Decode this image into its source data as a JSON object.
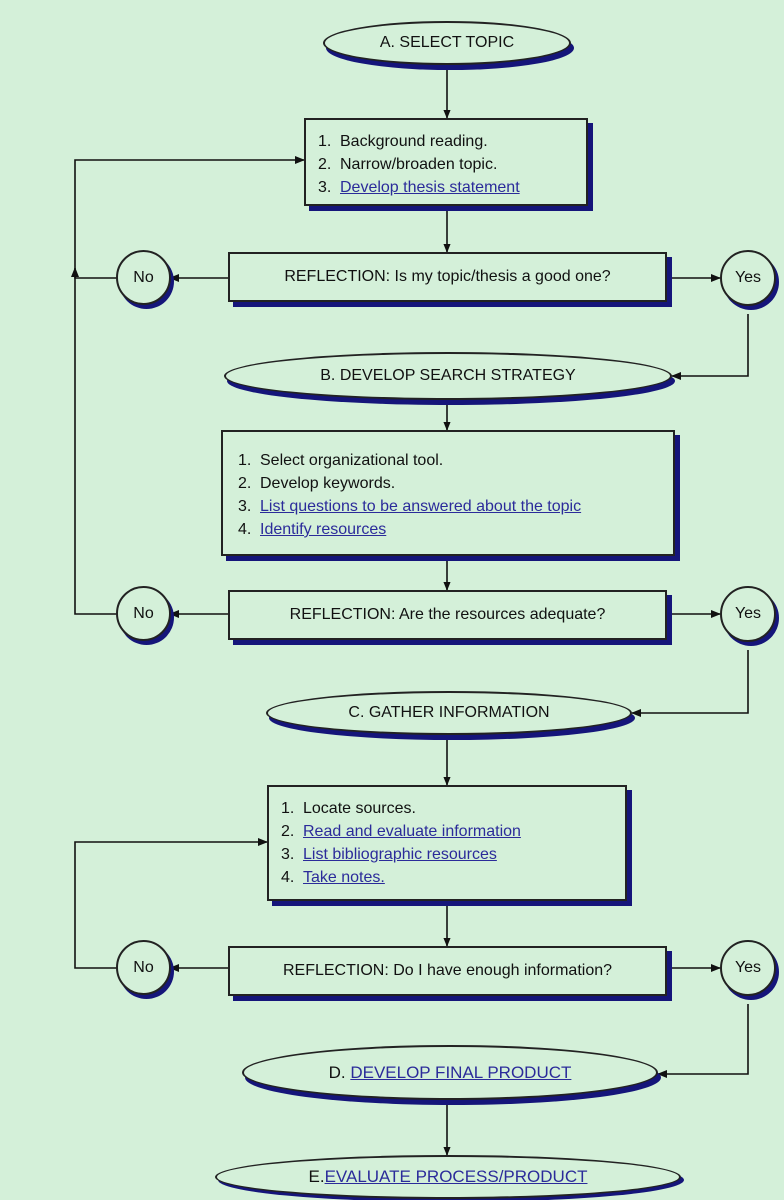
{
  "stages": {
    "a": {
      "label": "A.  SELECT TOPIC"
    },
    "b": {
      "label": "B. DEVELOP SEARCH STRATEGY"
    },
    "c": {
      "label": "C. GATHER INFORMATION"
    },
    "d": {
      "prefix": "D.",
      "link": "DEVELOP FINAL PRODUCT"
    },
    "e": {
      "prefix": "E.",
      "link": "EVALUATE PROCESS/PRODUCT"
    }
  },
  "box1": {
    "items": [
      {
        "num": "1.",
        "text": "Background reading.",
        "link": false
      },
      {
        "num": "2.",
        "text": "Narrow/broaden topic.",
        "link": false
      },
      {
        "num": "3.",
        "text": "Develop thesis statement",
        "link": true
      }
    ]
  },
  "box2": {
    "items": [
      {
        "num": "1.",
        "text": "Select organizational tool.",
        "link": false
      },
      {
        "num": "2.",
        "text": "Develop keywords.",
        "link": false
      },
      {
        "num": "3.",
        "text": "List questions to be answered about the topic",
        "link": true
      },
      {
        "num": "4.",
        "text": "Identify resources",
        "link": true
      }
    ]
  },
  "box3": {
    "items": [
      {
        "num": "1.",
        "text": "Locate sources.",
        "link": false
      },
      {
        "num": "2.",
        "text": "Read and evaluate information",
        "link": true
      },
      {
        "num": "3.",
        "text": "List bibliographic resources",
        "link": true
      },
      {
        "num": "4.",
        "text": "Take notes.",
        "link": true
      }
    ]
  },
  "reflections": {
    "r1": "REFLECTION: Is my topic/thesis a good one?",
    "r2": "REFLECTION: Are the resources adequate?",
    "r3": "REFLECTION: Do I have enough information?"
  },
  "decisions": {
    "no": "No",
    "yes": "Yes"
  },
  "colors": {
    "background": "#d4f0d9",
    "shadow": "#15157a",
    "link": "#2b2b9a",
    "line": "#222222"
  }
}
